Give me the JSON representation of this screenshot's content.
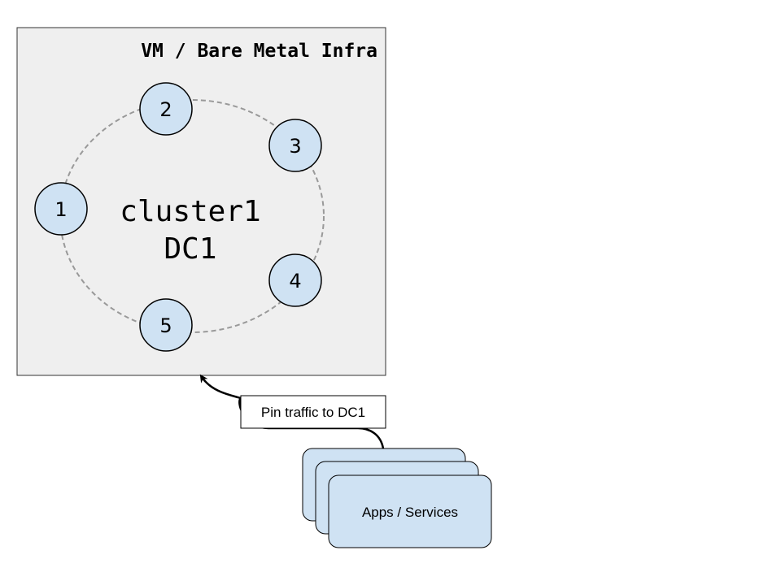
{
  "infra": {
    "title": "VM / Bare Metal Infra",
    "cluster_name": "cluster1",
    "datacenter": "DC1"
  },
  "nodes": [
    {
      "id": "1",
      "label": "1"
    },
    {
      "id": "2",
      "label": "2"
    },
    {
      "id": "3",
      "label": "3"
    },
    {
      "id": "4",
      "label": "4"
    },
    {
      "id": "5",
      "label": "5"
    }
  ],
  "callout": {
    "label": "Pin traffic to DC1"
  },
  "services": {
    "label": "Apps / Services"
  },
  "colors": {
    "infra_fill": "#efefef",
    "infra_border": "#333333",
    "node_fill": "#cfe2f3",
    "node_border": "#000000",
    "ring": "#999999",
    "service_fill": "#cfe2f3",
    "arrow": "#000000"
  }
}
